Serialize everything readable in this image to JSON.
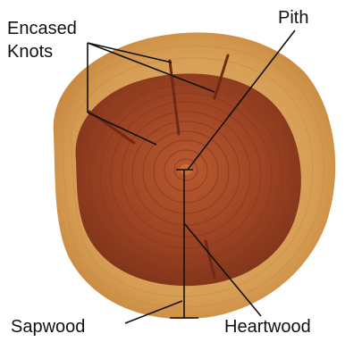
{
  "labels": {
    "encased_line1": "Encased",
    "encased_line2": "Knots",
    "pith": "Pith",
    "sapwood": "Sapwood",
    "heartwood": "Heartwood"
  },
  "colors": {
    "sapwood": "#d69c53",
    "sapwood_light": "#e9bf7c",
    "heartwood": "#9e4424",
    "heartwood_dark": "#7d3219",
    "pith": "#cf6a32",
    "bark_edge": "#c8893f",
    "leader_line": "#111111"
  }
}
